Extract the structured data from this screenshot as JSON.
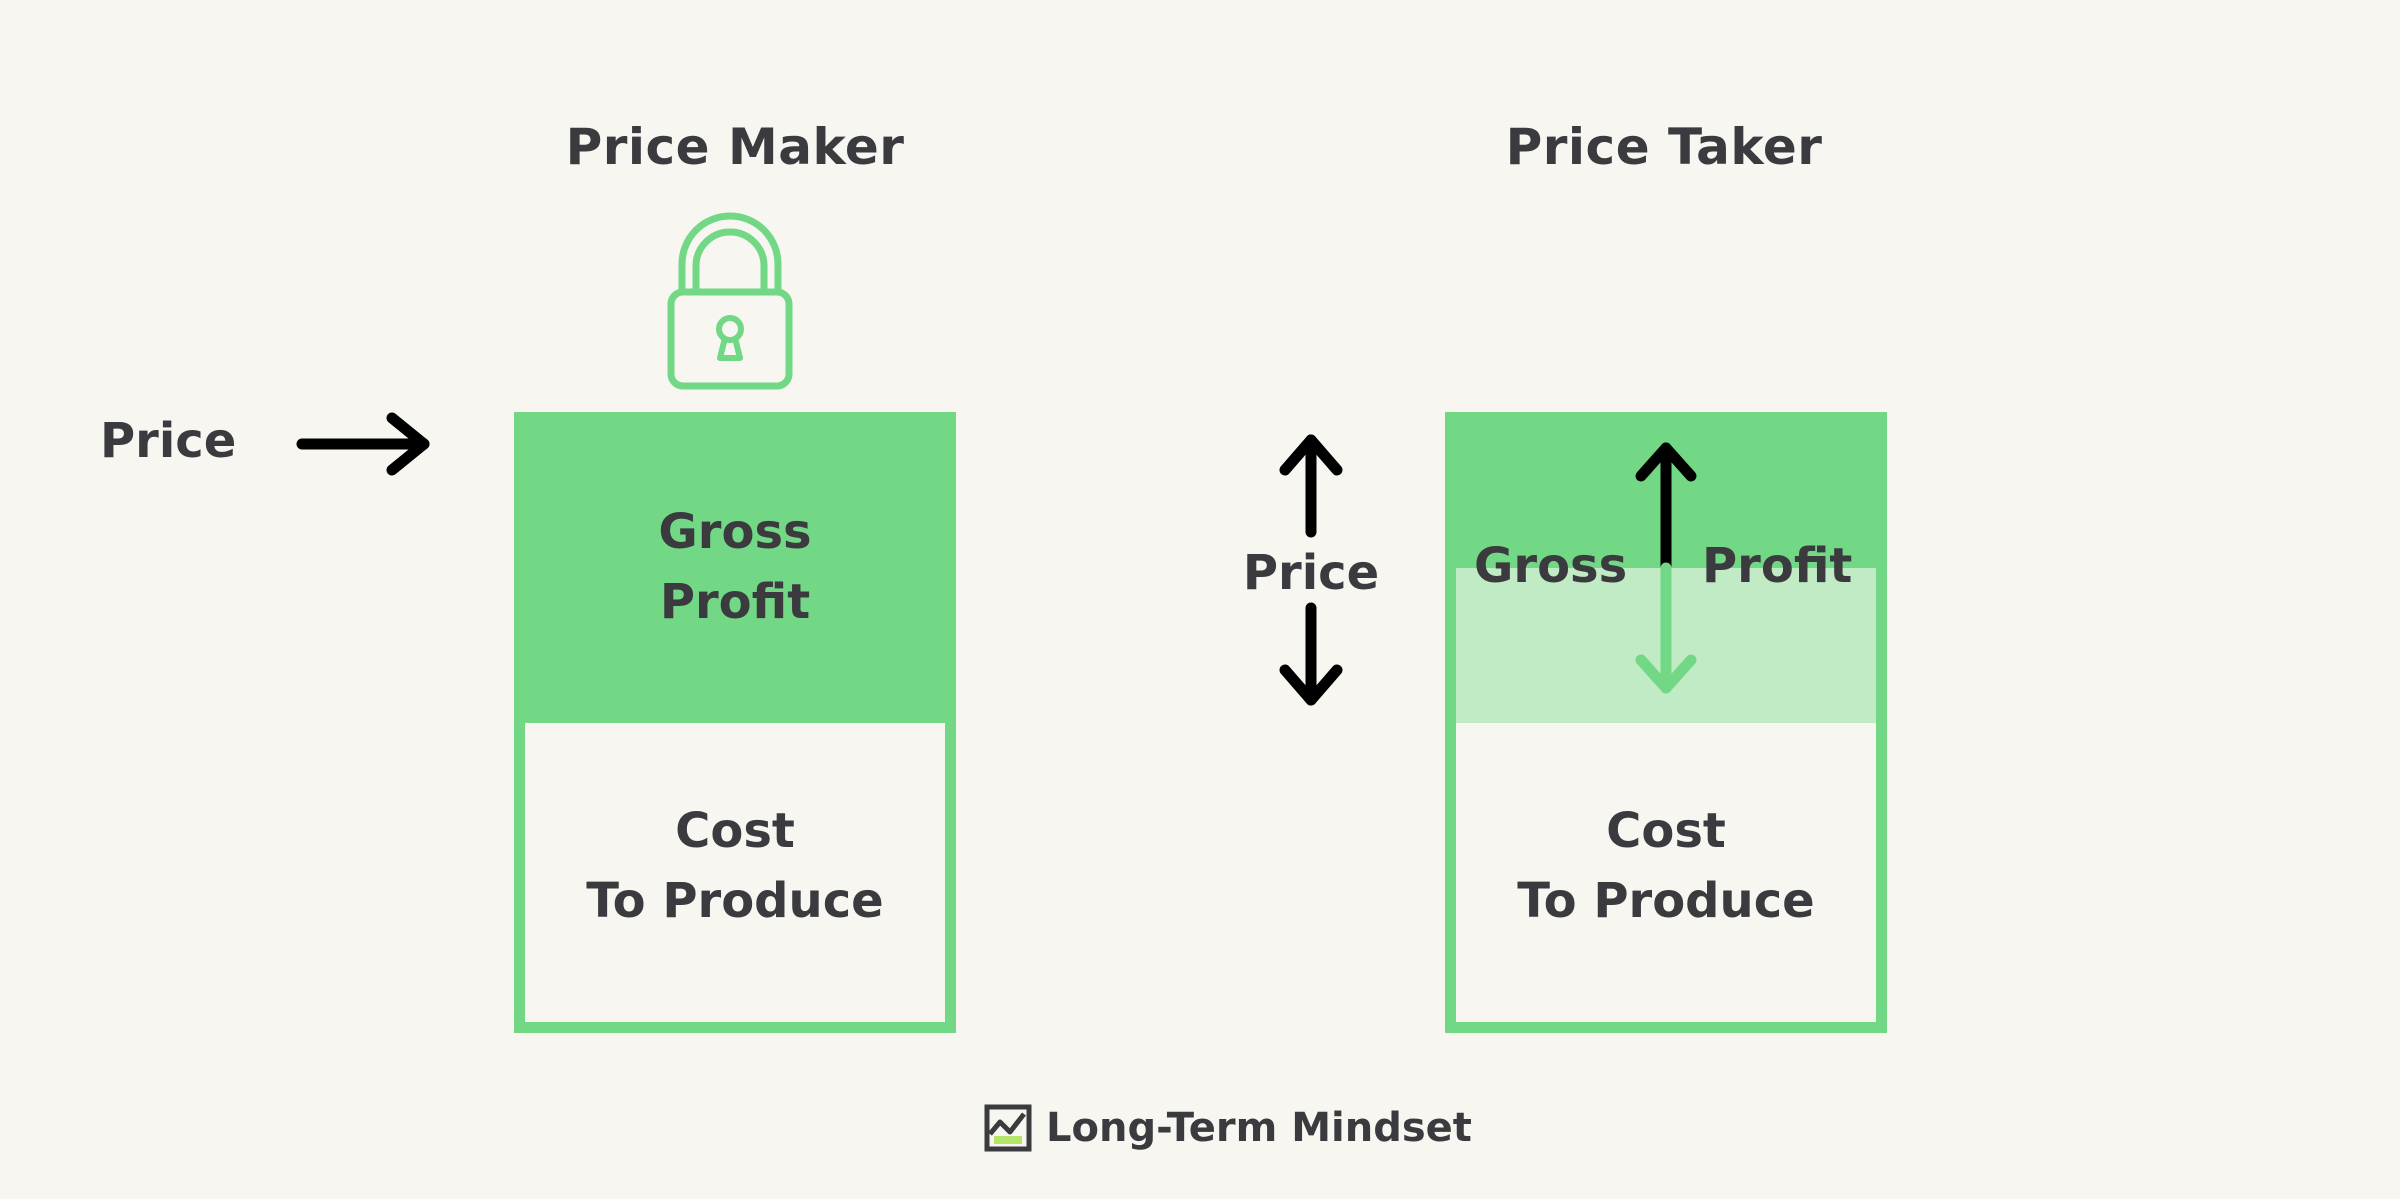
{
  "colors": {
    "background": "#f7f6f1",
    "green": "#72d886",
    "light_green": "#c1ebc5",
    "text": "#3a3a3f",
    "arrow": "#000000"
  },
  "maker": {
    "title": "Price Maker",
    "price_label": "Price",
    "profit_line1": "Gross",
    "profit_line2": "Profit",
    "cost_line1": "Cost",
    "cost_line2": "To Produce",
    "icon": "lock-icon"
  },
  "taker": {
    "title": "Price Taker",
    "price_label": "Price",
    "profit_word1": "Gross",
    "profit_word2": "Profit",
    "cost_line1": "Cost",
    "cost_line2": "To Produce",
    "icon": "up-down-arrows-icon"
  },
  "footer": {
    "brand": "Long-Term Mindset",
    "icon": "brand-logo-icon"
  }
}
